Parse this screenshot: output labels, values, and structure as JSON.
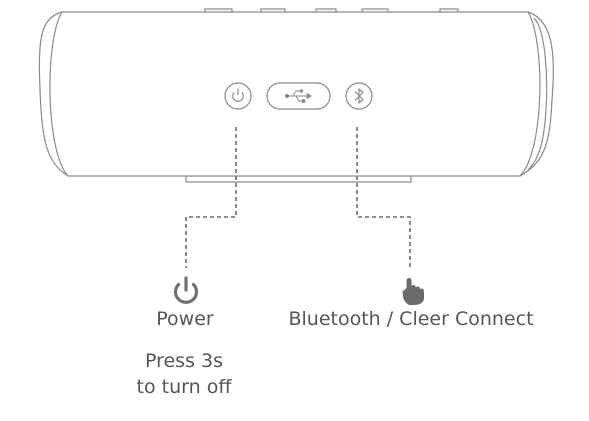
{
  "diagram": {
    "buttons": [
      {
        "name": "power-button",
        "icon": "power-icon"
      },
      {
        "name": "usb-port",
        "icon": "usb-icon"
      },
      {
        "name": "bluetooth-button",
        "icon": "bluetooth-icon"
      }
    ],
    "callouts": {
      "power": {
        "icon": "power-icon",
        "label": "Power",
        "note_line1": "Press 3s",
        "note_line2": "to turn off"
      },
      "bluetooth": {
        "icon": "tap-hand-icon",
        "label": "Bluetooth / Cleer Connect"
      }
    },
    "colors": {
      "outline": "#8a8a8a",
      "icon_fill": "#6b6b6b",
      "text": "#555555"
    }
  }
}
